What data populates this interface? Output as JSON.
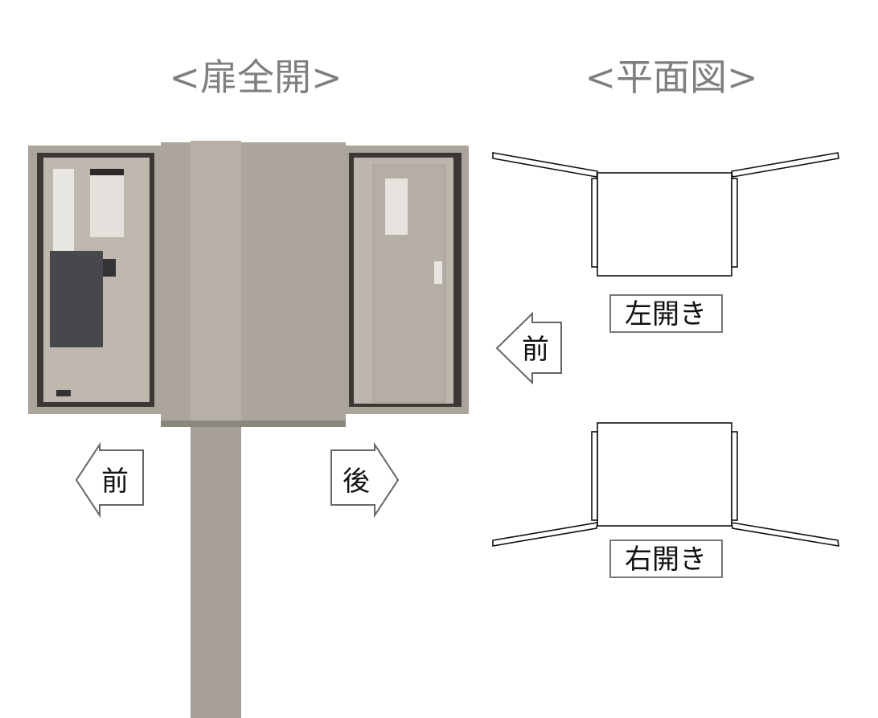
{
  "titles": {
    "fully_open": "<扉全開>",
    "plan_view": "<平面図>"
  },
  "photo_arrows": {
    "front": "前",
    "back": "後"
  },
  "plan": {
    "front_arrow": "前",
    "left_open_label": "左開き",
    "right_open_label": "右開き"
  },
  "colors": {
    "cabinet": "#a39d95",
    "cabinet_dark": "#3d3b39",
    "title_gray": "#7f7f7f"
  }
}
